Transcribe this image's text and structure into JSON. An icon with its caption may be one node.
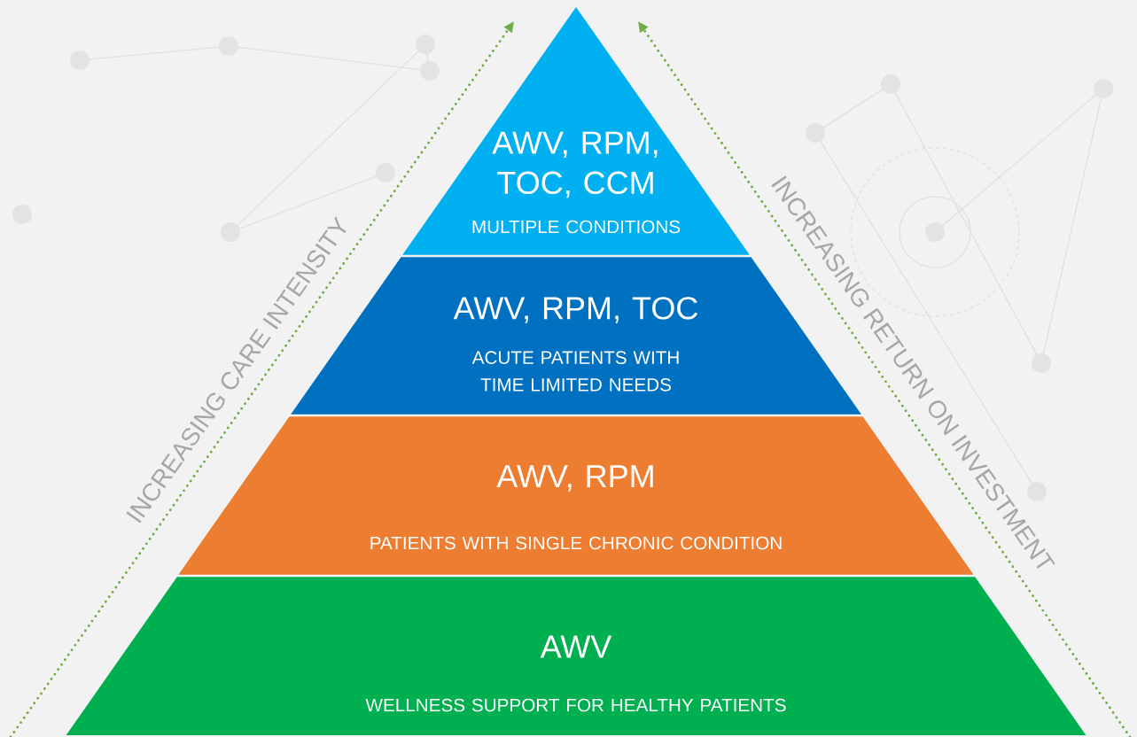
{
  "diagram": {
    "nodes": [
      {
        "text": [
          "AWV, RPM, TOC, CCM",
          "MULTIPLE CONDITIONS"
        ]
      },
      {
        "text": [
          "AWV, RPM, TOC",
          "ACUTE PATIENTS WITH TIME LIMITED NEEDS"
        ]
      },
      {
        "text": [
          "AWV, RPM",
          "PATIENTS WITH SINGLE CHRONIC CONDITION"
        ]
      },
      {
        "text": [
          "AWV",
          "WELLNESS SUPPORT FOR HEALTHY PATIENTS"
        ]
      }
    ],
    "labels": [
      "INCREASING CARE INTENSITY",
      "INCREASING RETURN ON INVESTMENT"
    ]
  }
}
